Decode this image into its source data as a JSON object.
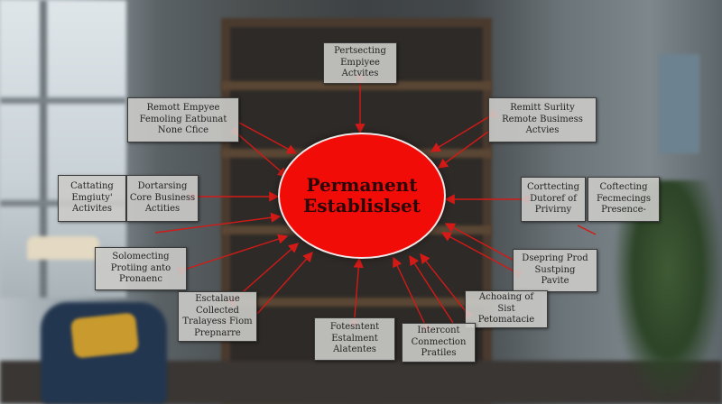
{
  "background": {
    "description_icons": [
      "window",
      "bookshelf",
      "armchair",
      "pillow",
      "lamp",
      "plant",
      "wall-art"
    ],
    "colors": {
      "wall": "#4a4e4f",
      "chair": "#23364f",
      "pillow": "#c99a2e",
      "plant": "#3f5a35"
    }
  },
  "diagram": {
    "center": {
      "label": "Permanent\nEstablislset",
      "color": "#f20c08"
    },
    "link_color": "#d31a17",
    "nodes": [
      {
        "id": "top",
        "label": "Pertsecting\nEmpiyee\nActvites"
      },
      {
        "id": "upper-left",
        "label": "Remott Empyee\nFemoling Eatbunat\nNone Cfice"
      },
      {
        "id": "upper-right",
        "label": "Remitt Surlity\nRemote Busimess\nActvies"
      },
      {
        "id": "left-a",
        "label": "Cattating\nEmgiuty'\nActivites"
      },
      {
        "id": "left-b",
        "label": "Dortarsing\nCore Business\nActities"
      },
      {
        "id": "right-a",
        "label": "Corttecting\nDutoref of\nPrivirny"
      },
      {
        "id": "right-b",
        "label": "Coftecting\nFecmecings\nPresence-"
      },
      {
        "id": "mid-left",
        "label": "Solomecting\nProtiing anto\nPronaenc"
      },
      {
        "id": "mid-right",
        "label": "Dsepring Prod\nSustping\nPavite"
      },
      {
        "id": "lower-left",
        "label": "Esctalaue\nCollected\nTralayess Fiom\nPrepnarre"
      },
      {
        "id": "lower-right",
        "label": "Achoaing of\nSist\nPetomatacie"
      },
      {
        "id": "bottom-left",
        "label": "Fotesntent\nEstalment\nAlatentes"
      },
      {
        "id": "bottom-right",
        "label": "Intercont\nConmection\nPratiles"
      }
    ]
  }
}
